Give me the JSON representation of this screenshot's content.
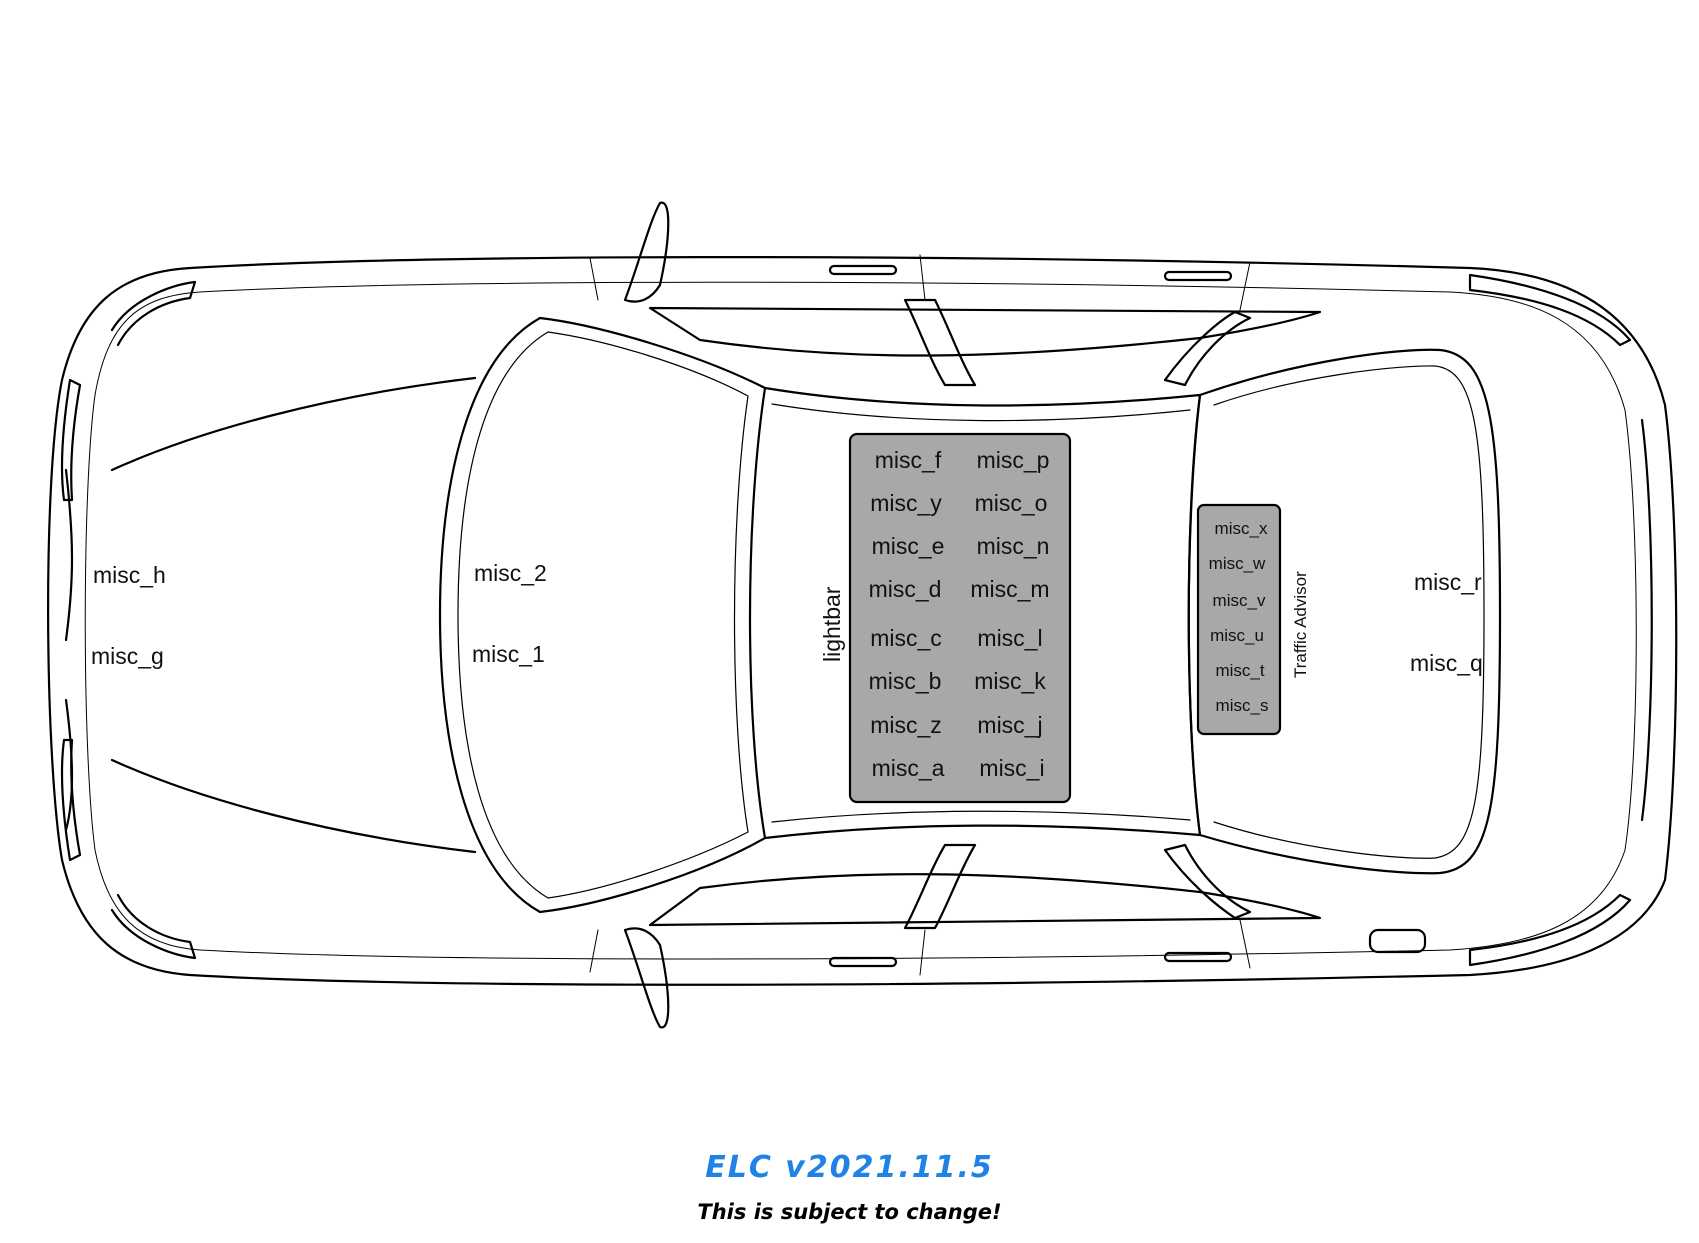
{
  "labels": {
    "front_hood": [
      "misc_h",
      "misc_g"
    ],
    "windshield": [
      "misc_2",
      "misc_1"
    ],
    "lightbar_title": "lightbar",
    "lightbar_left": [
      "misc_f",
      "misc_y",
      "misc_e",
      "misc_d",
      "misc_c",
      "misc_b",
      "misc_z",
      "misc_a"
    ],
    "lightbar_right": [
      "misc_p",
      "misc_o",
      "misc_n",
      "misc_m",
      "misc_l",
      "misc_k",
      "misc_j",
      "misc_i"
    ],
    "traffic_advisor_title": "Traffic Advisor",
    "traffic_advisor": [
      "misc_x",
      "misc_w",
      "misc_v",
      "misc_u",
      "misc_t",
      "misc_s"
    ],
    "rear": [
      "misc_r",
      "misc_q"
    ]
  },
  "footer": {
    "version": "ELC v2021.11.5",
    "note": "This is subject to change!"
  },
  "colors": {
    "version_text": "#1e82e6",
    "panel_fill": "#a8a8a8",
    "outline": "#000000"
  }
}
